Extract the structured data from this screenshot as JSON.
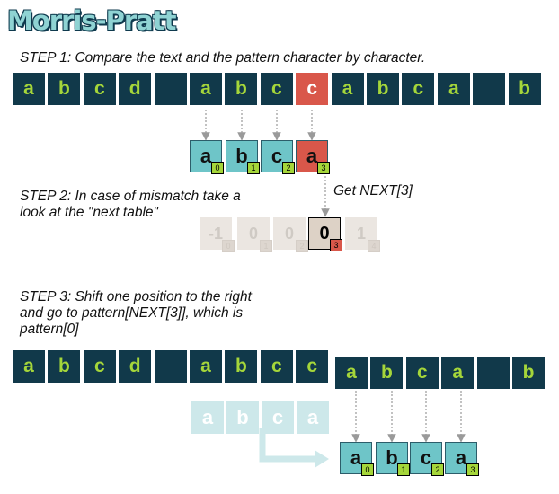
{
  "title": "Morris-Pratt",
  "steps": {
    "step1": "STEP 1: Compare the text and the pattern character by character.",
    "step2_line1": "STEP 2: In case of mismatch take a",
    "step2_line2": "look at the \"next table\"",
    "step3_line1": "STEP 3: Shift one position to the right",
    "step3_line2": "and go to pattern[NEXT[3]], which is",
    "step3_line3": "pattern[0]"
  },
  "note": "Get NEXT[3]",
  "text_chars": [
    "a",
    "b",
    "c",
    "d",
    "",
    "a",
    "b",
    "c",
    "c",
    "a",
    "b",
    "c",
    "a",
    "",
    "b"
  ],
  "mismatch_index": 8,
  "pattern": [
    {
      "char": "a",
      "index": "0"
    },
    {
      "char": "b",
      "index": "1"
    },
    {
      "char": "c",
      "index": "2"
    },
    {
      "char": "a",
      "index": "3"
    }
  ],
  "next_table": [
    {
      "value": "-1",
      "index": "0"
    },
    {
      "value": "0",
      "index": "1"
    },
    {
      "value": "0",
      "index": "2"
    },
    {
      "value": "0",
      "index": "3"
    },
    {
      "value": "1",
      "index": "4"
    }
  ],
  "next_highlight_index": 3,
  "colors": {
    "text_bg": "#11394a",
    "text_fg": "#a5d63a",
    "mismatch": "#d9574a",
    "pattern_bg": "#6ec5c8",
    "badge": "#a5d63a",
    "arrow": "#cde8ea"
  }
}
